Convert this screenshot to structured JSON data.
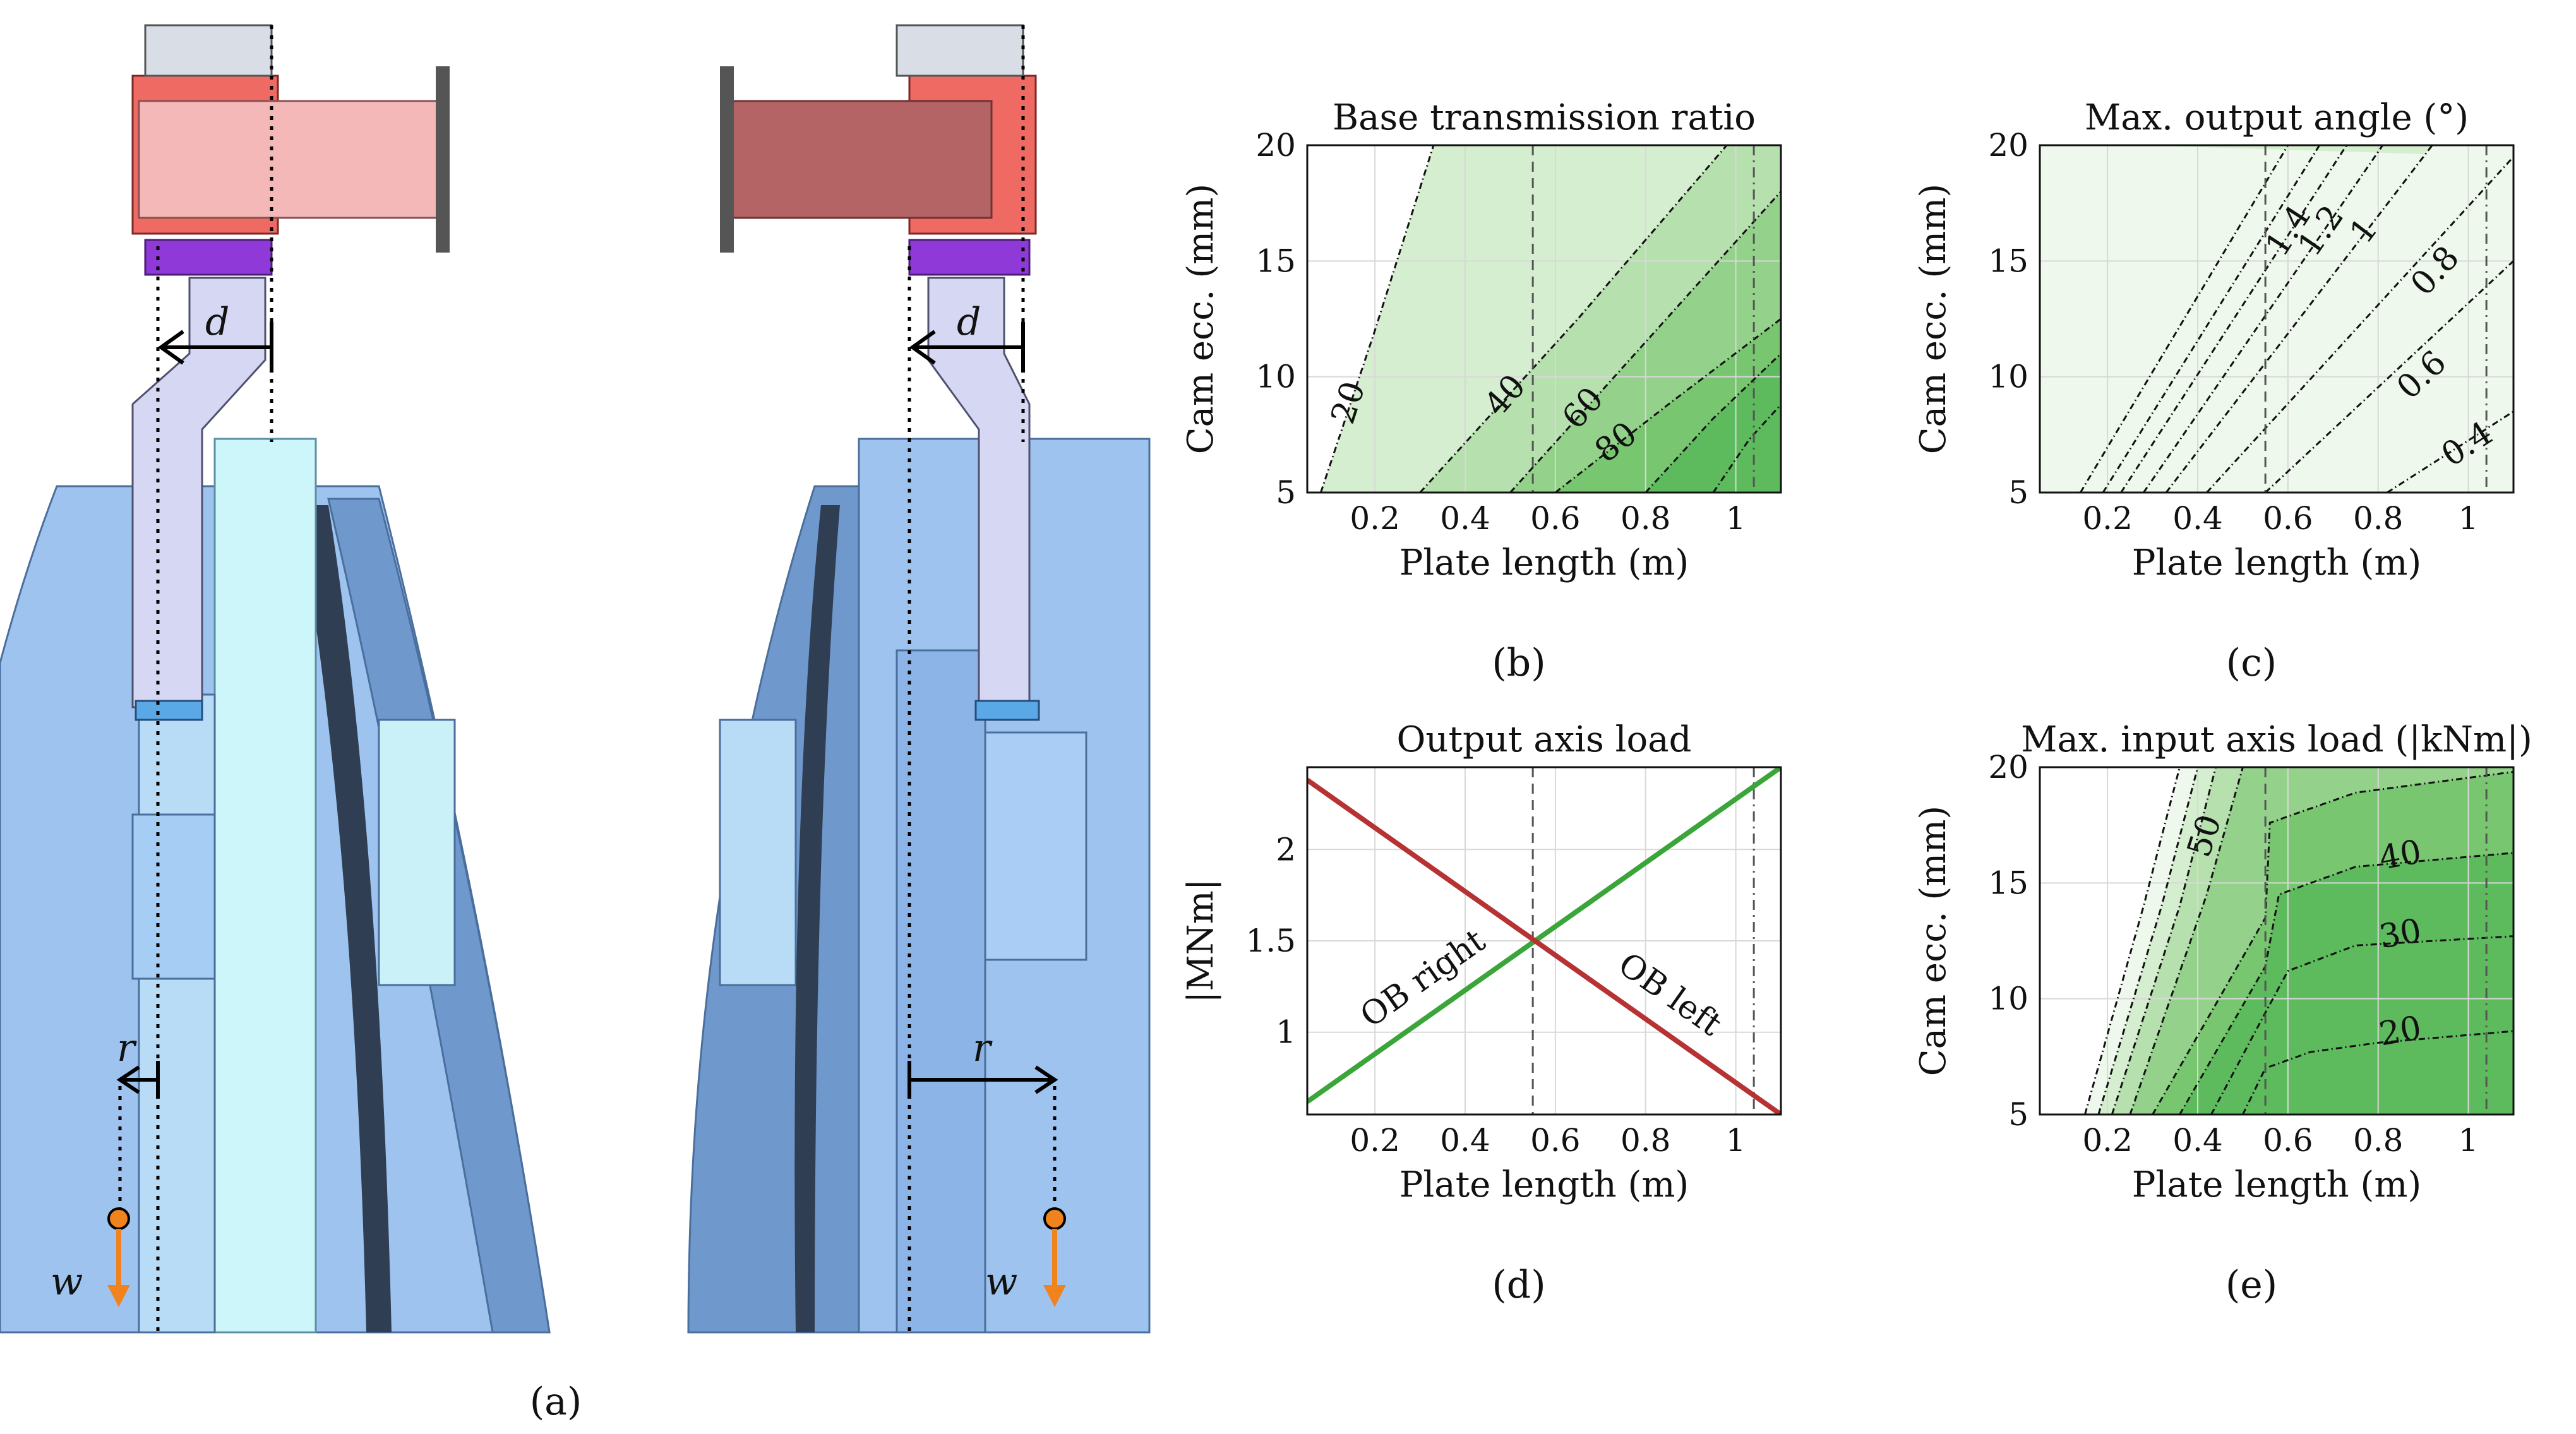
{
  "figure": {
    "panel_a_label": "(a)",
    "symbols": {
      "d": "d",
      "r": "r",
      "w": "w"
    },
    "colors": {
      "blue_body": "#9ec3ee",
      "blue_dark": "#6f98cc",
      "cyan_block": "#cdf6fa",
      "red_line": "#b73232",
      "green_line": "#3aa63a",
      "orange": "#f0831e",
      "green_fill_light": "#e6f4e4",
      "green_fill_dark": "#5dbb5d"
    }
  },
  "chart_data": [
    {
      "id": "b",
      "panel_label": "(b)",
      "type": "contour",
      "title": "Base transmission ratio",
      "xlabel": "Plate length (m)",
      "ylabel": "Cam ecc. (mm)",
      "xlim": [
        0.05,
        1.1
      ],
      "ylim": [
        5,
        20
      ],
      "xticks": [
        0.2,
        0.4,
        0.6,
        0.8,
        1.0
      ],
      "xtick_labels": [
        "0.2",
        "0.4",
        "0.6",
        "0.8",
        "1"
      ],
      "yticks": [
        5,
        10,
        15,
        20
      ],
      "ytick_labels": [
        "5",
        "10",
        "15",
        "20"
      ],
      "grid": true,
      "vlines": [
        {
          "x": 0.55,
          "style": "dashed"
        },
        {
          "x": 1.04,
          "style": "dashdot"
        }
      ],
      "levels": [
        {
          "label": "20",
          "x": [
            0.08,
            0.2,
            0.33
          ],
          "y": [
            5,
            12,
            20
          ]
        },
        {
          "label": "40",
          "x": [
            0.3,
            0.65,
            0.98
          ],
          "y": [
            5,
            12.5,
            20
          ]
        },
        {
          "label": "60",
          "x": [
            0.5,
            0.8,
            1.1
          ],
          "y": [
            5,
            11.5,
            18
          ]
        },
        {
          "label": "80",
          "x": [
            0.6,
            0.85,
            1.1
          ],
          "y": [
            5,
            8.8,
            12.5
          ]
        },
        {
          "label": "",
          "x": [
            0.8,
            0.95,
            1.1
          ],
          "y": [
            5,
            8.2,
            11
          ]
        },
        {
          "label": "",
          "x": [
            0.95,
            1.03,
            1.1
          ],
          "y": [
            5,
            7.3,
            8.8
          ]
        }
      ]
    },
    {
      "id": "c",
      "panel_label": "(c)",
      "type": "contour",
      "title": "Max. output angle (°)",
      "xlabel": "Plate length (m)",
      "ylabel": "Cam ecc. (mm)",
      "xlim": [
        0.05,
        1.1
      ],
      "ylim": [
        5,
        20
      ],
      "xticks": [
        0.2,
        0.4,
        0.6,
        0.8,
        1.0
      ],
      "xtick_labels": [
        "0.2",
        "0.4",
        "0.6",
        "0.8",
        "1"
      ],
      "yticks": [
        5,
        10,
        15,
        20
      ],
      "ytick_labels": [
        "5",
        "10",
        "15",
        "20"
      ],
      "grid": true,
      "vlines": [
        {
          "x": 0.55,
          "style": "dashed"
        },
        {
          "x": 1.04,
          "style": "dashdot"
        }
      ],
      "levels": [
        {
          "label": "",
          "x": [
            0.14,
            0.6
          ],
          "y": [
            5,
            20
          ]
        },
        {
          "label": "",
          "x": [
            0.19,
            0.67
          ],
          "y": [
            5,
            20
          ]
        },
        {
          "label": "1.4",
          "x": [
            0.23,
            0.73
          ],
          "y": [
            5,
            20
          ]
        },
        {
          "label": "1.2",
          "x": [
            0.28,
            0.81
          ],
          "y": [
            5,
            20
          ]
        },
        {
          "label": "1",
          "x": [
            0.33,
            0.92
          ],
          "y": [
            5,
            20
          ]
        },
        {
          "label": "0.8",
          "x": [
            0.42,
            1.1
          ],
          "y": [
            5,
            19.5
          ]
        },
        {
          "label": "0.6",
          "x": [
            0.55,
            1.1
          ],
          "y": [
            5,
            15
          ]
        },
        {
          "label": "0.4",
          "x": [
            0.82,
            1.1
          ],
          "y": [
            5,
            8.5
          ]
        }
      ]
    },
    {
      "id": "d",
      "panel_label": "(d)",
      "type": "line",
      "title": "Output axis load",
      "xlabel": "Plate length (m)",
      "ylabel": "|MNm|",
      "xlim": [
        0.05,
        1.1
      ],
      "ylim": [
        0.55,
        2.45
      ],
      "xticks": [
        0.2,
        0.4,
        0.6,
        0.8,
        1.0
      ],
      "xtick_labels": [
        "0.2",
        "0.4",
        "0.6",
        "0.8",
        "1"
      ],
      "yticks": [
        1,
        1.5,
        2
      ],
      "ytick_labels": [
        "1",
        "1.5",
        "2"
      ],
      "grid": true,
      "vlines": [
        {
          "x": 0.55,
          "style": "dashed"
        },
        {
          "x": 1.04,
          "style": "dashdot"
        }
      ],
      "series": [
        {
          "name": "OB right",
          "color": "#3aa63a",
          "x": [
            0.05,
            1.1
          ],
          "y": [
            0.62,
            2.45
          ]
        },
        {
          "name": "OB left",
          "color": "#b73232",
          "x": [
            0.05,
            1.1
          ],
          "y": [
            2.38,
            0.55
          ]
        }
      ]
    },
    {
      "id": "e",
      "panel_label": "(e)",
      "type": "contour",
      "title": "Max. input axis load (|kNm|)",
      "xlabel": "Plate length (m)",
      "ylabel": "Cam ecc. (mm)",
      "xlim": [
        0.05,
        1.1
      ],
      "ylim": [
        5,
        20
      ],
      "xticks": [
        0.2,
        0.4,
        0.6,
        0.8,
        1.0
      ],
      "xtick_labels": [
        "0.2",
        "0.4",
        "0.6",
        "0.8",
        "1"
      ],
      "yticks": [
        5,
        10,
        15,
        20
      ],
      "ytick_labels": [
        "5",
        "10",
        "15",
        "20"
      ],
      "grid": true,
      "vlines": [
        {
          "x": 0.55,
          "style": "dashed"
        },
        {
          "x": 1.04,
          "style": "dashdot"
        }
      ],
      "levels": [
        {
          "label": "",
          "x": [
            0.15,
            0.28,
            0.36
          ],
          "y": [
            5,
            14,
            20
          ]
        },
        {
          "label": "",
          "x": [
            0.18,
            0.32,
            0.4
          ],
          "y": [
            5,
            14,
            20
          ]
        },
        {
          "label": "",
          "x": [
            0.21,
            0.36,
            0.44
          ],
          "y": [
            5,
            14,
            20
          ]
        },
        {
          "label": "50",
          "x": [
            0.25,
            0.42,
            0.5
          ],
          "y": [
            5,
            14.5,
            20
          ]
        },
        {
          "label": "",
          "x": [
            0.3,
            0.55,
            0.56,
            0.75,
            1.1
          ],
          "y": [
            5,
            13.5,
            17.6,
            18.9,
            19.8
          ]
        },
        {
          "label": "40",
          "x": [
            0.36,
            0.55,
            0.58,
            0.75,
            1.1
          ],
          "y": [
            5,
            11.4,
            14.5,
            15.7,
            16.3
          ]
        },
        {
          "label": "30",
          "x": [
            0.43,
            0.55,
            0.6,
            0.75,
            1.1
          ],
          "y": [
            5,
            9.4,
            11.2,
            12.3,
            12.7
          ]
        },
        {
          "label": "20",
          "x": [
            0.5,
            0.55,
            0.65,
            0.8,
            1.1
          ],
          "y": [
            5,
            7.0,
            7.7,
            8.1,
            8.6
          ]
        }
      ]
    }
  ]
}
